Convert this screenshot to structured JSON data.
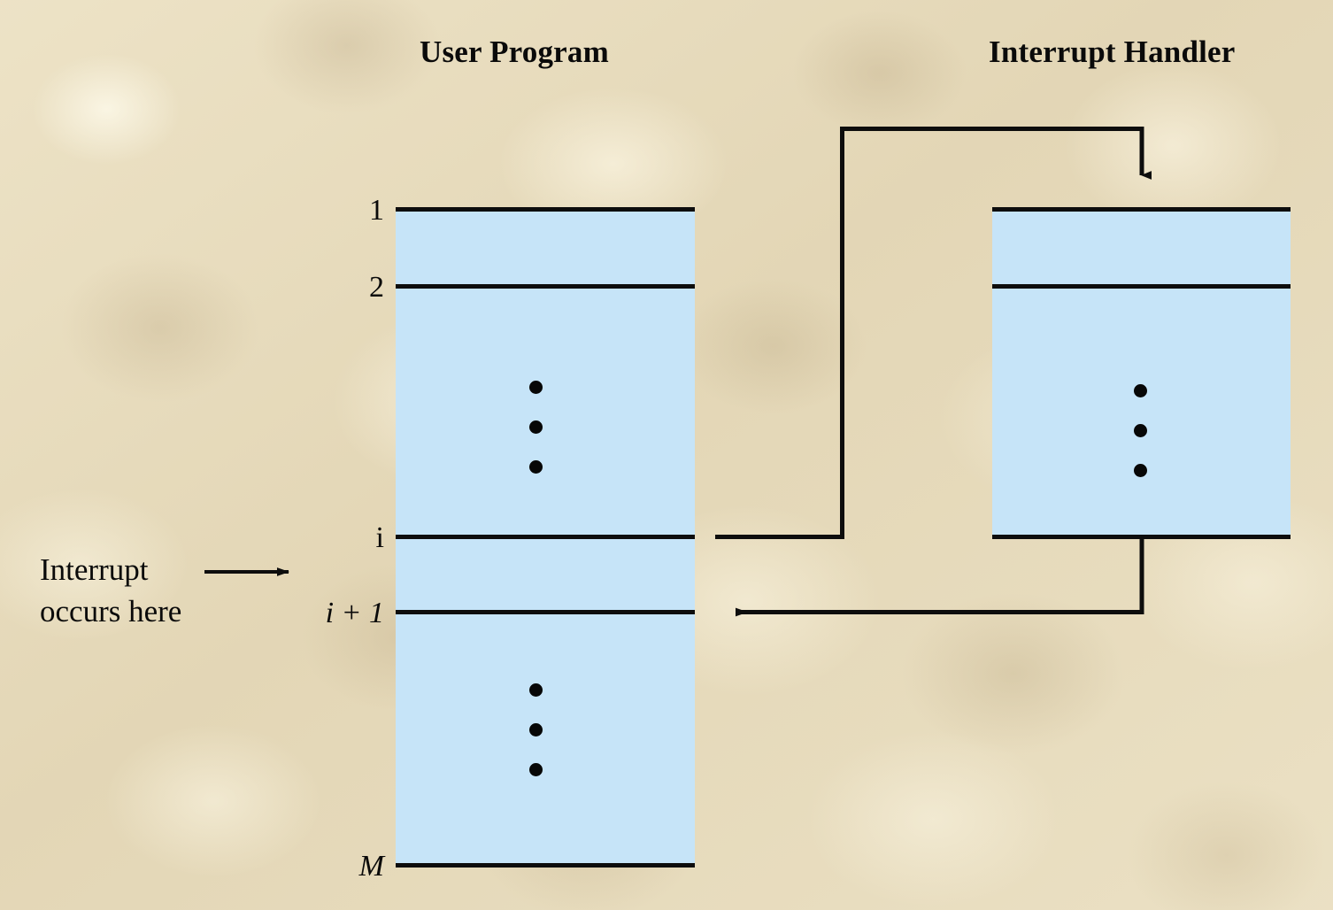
{
  "titles": {
    "user_program": "User Program",
    "interrupt_handler": "Interrupt Handler"
  },
  "user_program": {
    "line_labels": {
      "first": "1",
      "second": "2",
      "interrupt_point": "i",
      "resume_point": "i + 1",
      "last": "M"
    },
    "ellipsis_glyph": "•"
  },
  "interrupt_handler": {
    "ellipsis_glyph": "•"
  },
  "caption": {
    "line1": "Interrupt",
    "line2": "occurs here",
    "arrow_glyph": "→"
  },
  "colors": {
    "code_fill": "#c6e4f8",
    "rule_stroke": "#0d0d0d",
    "background": "#e6dabb",
    "text": "#0a0a0a"
  },
  "arrows": [
    {
      "name": "dispatch-to-handler",
      "from": "user-program-line-i",
      "to": "interrupt-handler-line-1",
      "direction": "down"
    },
    {
      "name": "return-from-handler",
      "from": "interrupt-handler-end",
      "to": "user-program-line-i-plus-1",
      "direction": "left"
    },
    {
      "name": "interrupt-occurs-pointer",
      "from": "caption",
      "to": "user-program-interrupt-point",
      "direction": "right"
    }
  ]
}
